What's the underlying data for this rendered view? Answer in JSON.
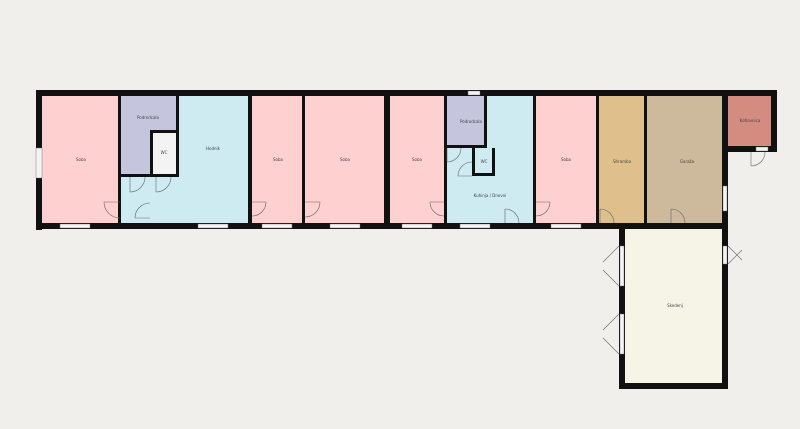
{
  "colors": {
    "background": "#f1efec",
    "wall": "#111111",
    "room": "#ffd0d0",
    "hall": "#cdebf1",
    "utility": "#c5c5dd",
    "wc": "#f3f3f3",
    "storage": "#dfc08c",
    "garage": "#cdb99b",
    "boiler": "#d48b80",
    "barn": "#f5f4e6",
    "door": "#666666",
    "window": "#f4f4f4"
  },
  "rooms": [
    {
      "id": "room1",
      "label": "Soba",
      "kind": "room"
    },
    {
      "id": "utility1",
      "label": "Podrodcala",
      "kind": "utility"
    },
    {
      "id": "wc1",
      "label": "WC",
      "kind": "wc"
    },
    {
      "id": "hall1",
      "label": "Hodnik",
      "kind": "hall"
    },
    {
      "id": "room2",
      "label": "Soba",
      "kind": "room"
    },
    {
      "id": "room3",
      "label": "Soba",
      "kind": "room"
    },
    {
      "id": "room4",
      "label": "Soba",
      "kind": "room"
    },
    {
      "id": "utility2",
      "label": "Podrodcala",
      "kind": "utility"
    },
    {
      "id": "wc2",
      "label": "WC",
      "kind": "wc"
    },
    {
      "id": "kitchen",
      "label": "Kuhinja / Dnevni",
      "kind": "hall"
    },
    {
      "id": "room5",
      "label": "Soba",
      "kind": "room"
    },
    {
      "id": "storage",
      "label": "Shramba",
      "kind": "storage"
    },
    {
      "id": "garage",
      "label": "Garaža",
      "kind": "garage"
    },
    {
      "id": "boiler",
      "label": "Kotlovnica",
      "kind": "boiler"
    },
    {
      "id": "barn",
      "label": "Skedenj",
      "kind": "barn"
    }
  ]
}
